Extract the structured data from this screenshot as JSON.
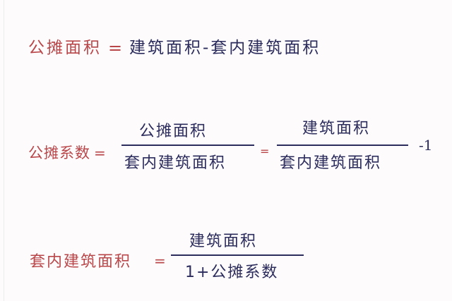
{
  "colors": {
    "label_red": "#b9474a",
    "formula_navy": "#2b2b5c",
    "background": "#fdfbfc"
  },
  "formula1": {
    "lhs": "公摊面积",
    "equals": "=",
    "rhs": "建筑面积-套内建筑面积"
  },
  "formula2": {
    "lhs": "公摊系数",
    "equals1": "=",
    "frac1_numerator": "公摊面积",
    "frac1_denominator": "套内建筑面积",
    "equals2": "=",
    "frac2_numerator": "建筑面积",
    "frac2_denominator": "套内建筑面积",
    "minus_one": "-1"
  },
  "formula3": {
    "lhs": "套内建筑面积",
    "equals": "=",
    "frac_numerator": "建筑面积",
    "frac_denominator": "1+公摊系数"
  }
}
